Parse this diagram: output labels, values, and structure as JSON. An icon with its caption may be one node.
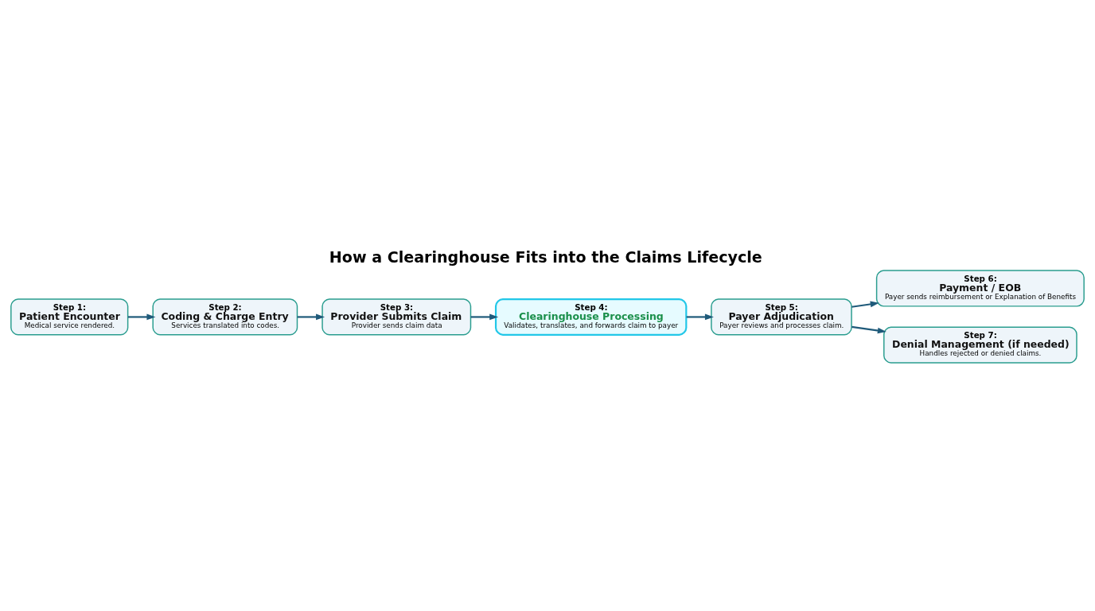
{
  "diagram": {
    "title": "How a Clearinghouse Fits into the Claims Lifecycle",
    "nodes": [
      {
        "text": [
          "Step 1:",
          "Patient Encounter",
          "Medical service rendered."
        ]
      },
      {
        "text": [
          "Step 2:",
          "Coding & Charge Entry",
          "Services translated into codes."
        ]
      },
      {
        "text": [
          "Step 3:",
          "Provider Submits Claim",
          "Provider sends claim data"
        ]
      },
      {
        "text": [
          "Step 4:",
          "Clearinghouse Processing",
          "Validates, translates, and forwards claim to payer"
        ]
      },
      {
        "text": [
          "Step 5:",
          "Payer Adjudication",
          "Payer reviews and processes claim."
        ]
      },
      {
        "text": [
          "Step 6:",
          "Payment / EOB",
          "Payer sends reimbursement or Explanation of Benefits"
        ]
      },
      {
        "text": [
          "Step 7:",
          "Denial Management (if needed)",
          "Handles rejected or denied claims."
        ]
      }
    ],
    "edges": [
      {
        "from": 0,
        "to": 1,
        "arrow": "to"
      },
      {
        "from": 1,
        "to": 2,
        "arrow": "to"
      },
      {
        "from": 2,
        "to": 3,
        "arrow": "to"
      },
      {
        "from": 3,
        "to": 4,
        "arrow": "to"
      },
      {
        "from": 4,
        "to": 5,
        "arrow": "to"
      },
      {
        "from": 4,
        "to": 6,
        "arrow": "to"
      }
    ]
  }
}
